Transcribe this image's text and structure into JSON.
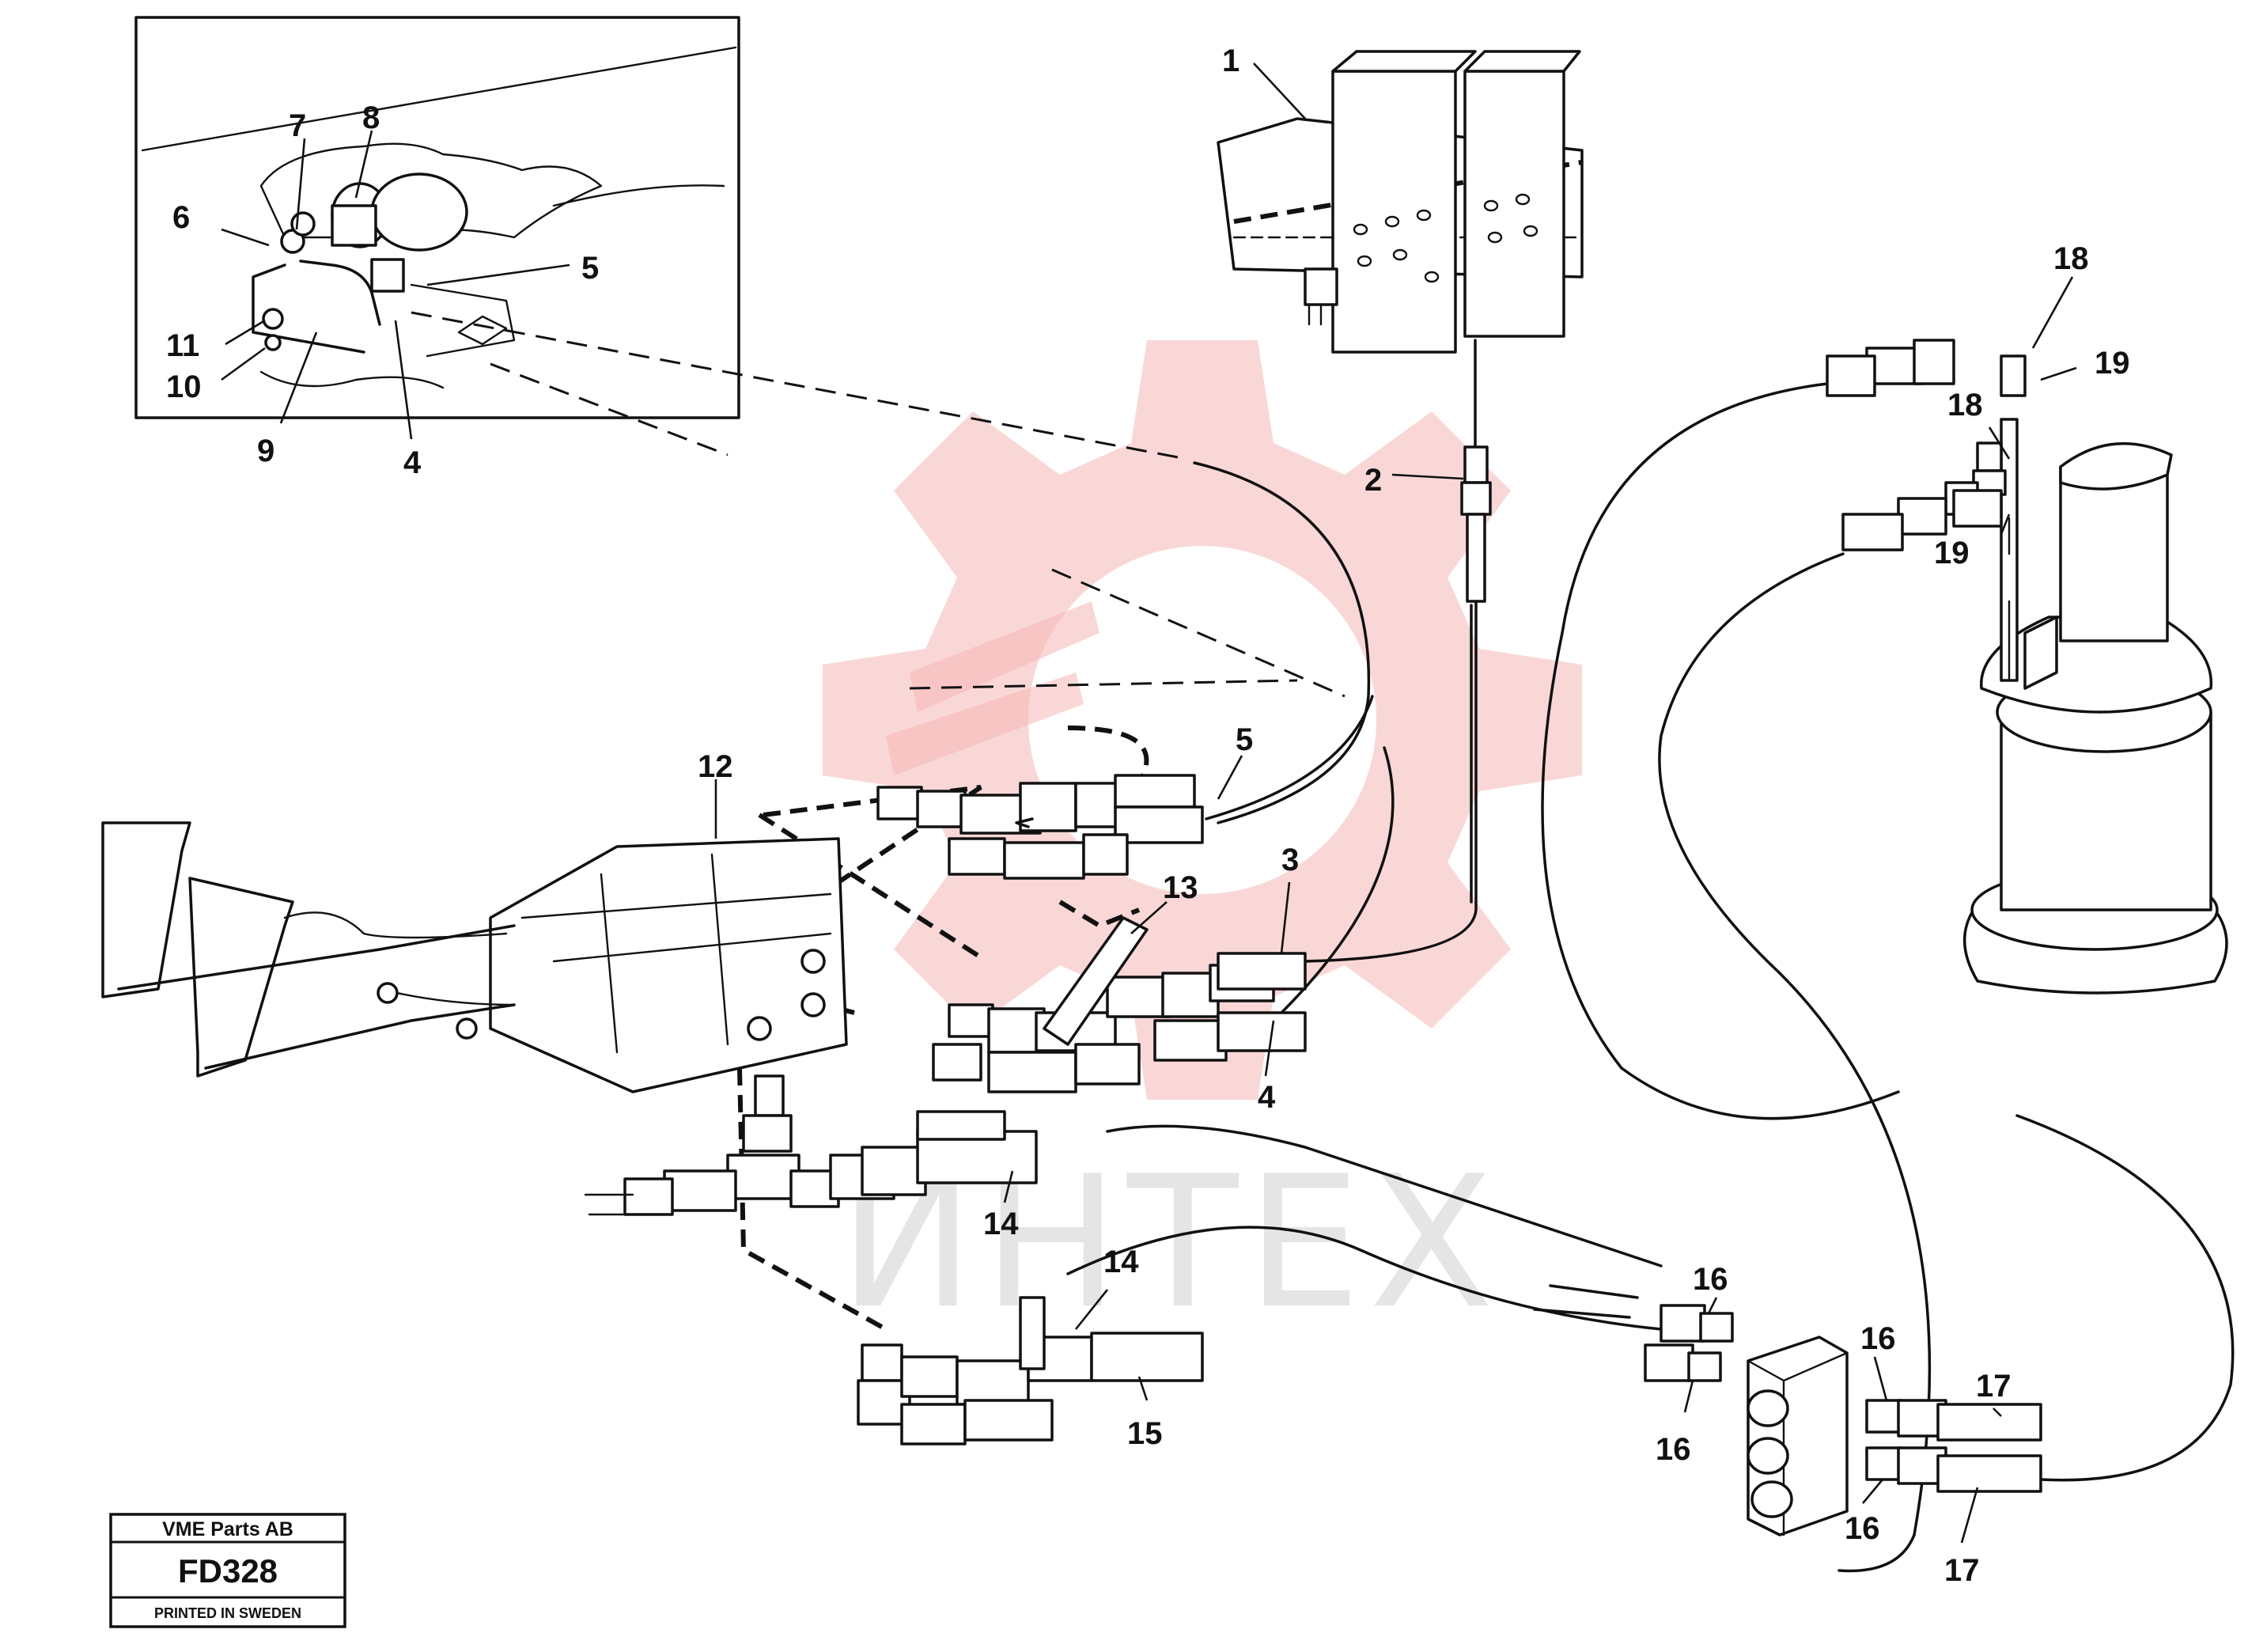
{
  "title_block": {
    "company": "VME Parts AB",
    "drawing_code": "FD328",
    "printed_in": "PRINTED IN SWEDEN"
  },
  "watermark": {
    "text": "ИНТЕХ",
    "gear_color": "#f6b7b7",
    "text_color": "#cfcfcf"
  },
  "callouts": {
    "c1": "1",
    "c2": "2",
    "c3": "3",
    "c4_inset": "4",
    "c4_main": "4",
    "c5_inset": "5",
    "c5_main": "5",
    "c6": "6",
    "c7": "7",
    "c8": "8",
    "c9": "9",
    "c10": "10",
    "c11": "11",
    "c12": "12",
    "c13": "13",
    "c14_a": "14",
    "c14_b": "14",
    "c15": "15",
    "c16_a": "16",
    "c16_b": "16",
    "c16_c": "16",
    "c16_d": "16",
    "c17_a": "17",
    "c17_b": "17",
    "c18_a": "18",
    "c18_b": "18",
    "c19_a": "19",
    "c19_b": "19"
  }
}
